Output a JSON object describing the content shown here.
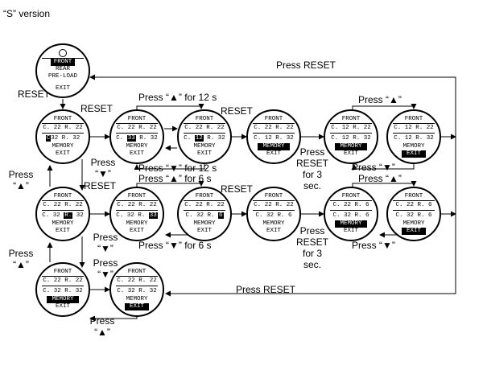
{
  "title": "“S” version",
  "labels": {
    "press_reset_top": "Press RESET",
    "reset_left": "RESET",
    "reset_1": "RESET",
    "press_up_12s": "Press “▲” for 12 s",
    "reset_2": "RESET",
    "press_up_a": "Press “▲”",
    "press_reset_3sec_a": "Press RESET for 3 sec.",
    "press_down_12s": "Press “▼” for 12 s",
    "press_up_6s": "Press “▲” for 6 s",
    "press_down_a": "Press “▼”",
    "press_up_b": "Press “▲”",
    "press_down_right": "Press “▼”",
    "reset_3": "RESET",
    "reset_4": "RESET",
    "press_down_b": "Press “▼”",
    "press_down_6s": "Press “▼” for 6 s",
    "press_reset_3sec_b": "Press RESET for 3 sec.",
    "press_down_c": "Press “▼”",
    "press_up_left_1": "Press “▲”",
    "press_up_left_2": "Press “▲”",
    "press_reset_bottom": "Press RESET",
    "press_up_bottom": "Press “▲”"
  },
  "dials": {
    "top": {
      "row1": "FRONT",
      "row2": "REAR",
      "row3": "PRE-LOAD",
      "row4": "EXIT"
    },
    "r1c1": {
      "row1": "FRONT",
      "row2": "C. 22  R. 22",
      "row3_pre": "",
      "row3_hl": "C",
      "row3_post": "32  R. 32",
      "row4": "MEMORY",
      "row5": "EXIT"
    },
    "r1c2": {
      "row1": "FRONT",
      "row2": "C. 22  R. 22",
      "row3_pre": "C. ",
      "row3_hl": "33",
      "row3_post": "  R. 32",
      "row4": "MEMORY",
      "row5": "EXIT"
    },
    "r1c3": {
      "row1": "FRONT",
      "row2": "C. 22  R. 22",
      "row3_pre": "C. ",
      "row3_hl": "12",
      "row3_post": "  R. 32",
      "row4": "MEMORY",
      "row5": "EXIT"
    },
    "r1c4": {
      "row1": "FRONT",
      "row2": "C. 22  R. 22",
      "row3_pre": "C. 12  R. 32",
      "row3_hl": "",
      "row3_post": "",
      "row4": "MEMORY",
      "row5": "EXIT"
    },
    "r1c5": {
      "row1": "FRONT",
      "row2": "C. 12  R. 22",
      "row3_pre": "C. 12  R. 32",
      "row3_hl": "",
      "row3_post": "",
      "row4": "MEMORY",
      "row5": "EXIT"
    },
    "r1c6": {
      "row1": "FRONT",
      "row2": "C. 12  R. 22",
      "row3_pre": "C. 12  R. 32",
      "row3_hl": "",
      "row3_post": "",
      "row4": "MEMORY",
      "row5": "EXIT"
    },
    "r2c1": {
      "row1": "FRONT",
      "row2": "C. 22  R. 22",
      "row3_pre": "C. 32  ",
      "row3_hl": "R.",
      "row3_post": " 32",
      "row4": "MEMORY",
      "row5": "EXIT"
    },
    "r2c2": {
      "row1": "FRONT",
      "row2": "C. 22  R. 22",
      "row3_pre": "C. 32  R. ",
      "row3_hl": "33",
      "row3_post": "",
      "row4": "MEMORY",
      "row5": "EXIT"
    },
    "r2c3": {
      "row1": "FRONT",
      "row2": "C. 22  R. 22",
      "row3_pre": "C. 32  R. ",
      "row3_hl": "6",
      "row3_post": "",
      "row4": "MEMORY",
      "row5": "EXIT"
    },
    "r2c4": {
      "row1": "FRONT",
      "row2": "C. 22  R. 22",
      "row3_pre": "C. 32  R.  6",
      "row3_hl": "",
      "row3_post": "",
      "row4": "MEMORY",
      "row5": "EXIT"
    },
    "r2c5": {
      "row1": "FRONT",
      "row2": "C. 22  R.  6",
      "row3_pre": "C. 32  R.  6",
      "row3_hl": "",
      "row3_post": "",
      "row4": "MEMORY",
      "row5": "EXIT"
    },
    "r2c6": {
      "row1": "FRONT",
      "row2": "C. 22  R.  6",
      "row3_pre": "C. 32  R.  6",
      "row3_hl": "",
      "row3_post": "",
      "row4": "MEMORY",
      "row5": "EXIT"
    },
    "r3c1": {
      "row1": "FRONT",
      "row2": "C. 22  R. 22",
      "row3_pre": "C. 32  R. 32",
      "row3_hl": "",
      "row3_post": "",
      "row4": "MEMORY",
      "row5": "EXIT"
    },
    "r3c2": {
      "row1": "FRONT",
      "row2": "C. 22  R. 22",
      "row3_pre": "C. 32  R. 32",
      "row3_hl": "",
      "row3_post": "",
      "row4": "MEMORY",
      "row5": "EXIT"
    }
  }
}
